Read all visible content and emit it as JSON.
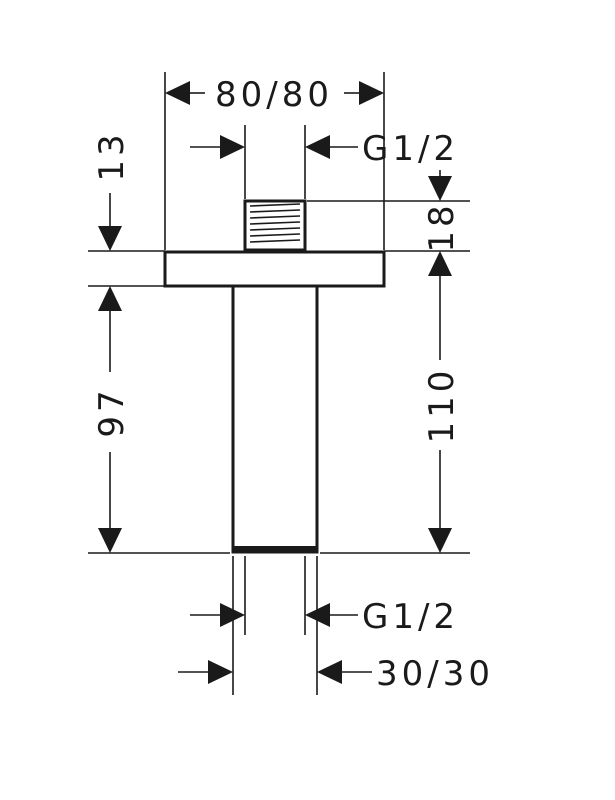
{
  "dimensions": {
    "width_top": "80/80",
    "thread_top": "G1/2",
    "thread_bottom": "G1/2",
    "pipe_width": "30/30",
    "flange_thickness": "13",
    "thread_length": "18",
    "pipe_length": "97",
    "overall_length": "110"
  }
}
